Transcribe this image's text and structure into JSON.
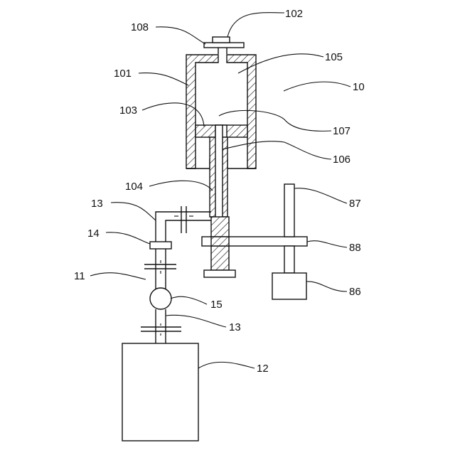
{
  "labels": {
    "l102": "102",
    "l108": "108",
    "l105": "105",
    "l101": "101",
    "l10": "10",
    "l103": "103",
    "l107": "107",
    "l106": "106",
    "l104": "104",
    "l87": "87",
    "l13a": "13",
    "l14": "14",
    "l88": "88",
    "l11": "11",
    "l86": "86",
    "l15": "15",
    "l13b": "13",
    "l12": "12"
  }
}
